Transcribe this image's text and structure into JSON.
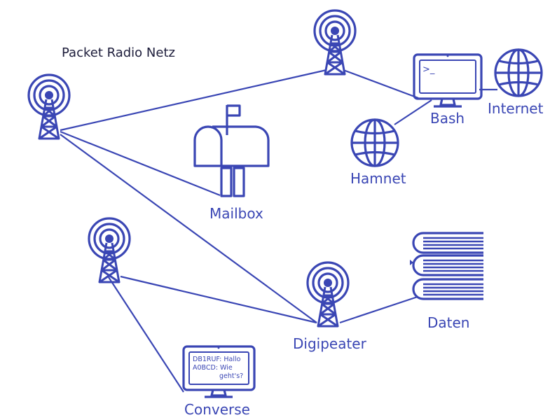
{
  "diagram": {
    "title": "Packet Radio Netz",
    "colors": {
      "stroke": "#3a46b4",
      "title": "#1c1c3a",
      "background": "#ffffff"
    },
    "nodes": [
      {
        "id": "tower-left",
        "icon": "radio-tower-icon",
        "label": ""
      },
      {
        "id": "tower-top",
        "icon": "radio-tower-icon",
        "label": ""
      },
      {
        "id": "tower-mid-left",
        "icon": "radio-tower-icon",
        "label": ""
      },
      {
        "id": "digipeater",
        "icon": "radio-tower-icon",
        "label": "Digipeater"
      },
      {
        "id": "bash",
        "icon": "computer-monitor-icon",
        "label": "Bash",
        "screen": ">_"
      },
      {
        "id": "internet",
        "icon": "globe-icon",
        "label": "Internet"
      },
      {
        "id": "hamnet",
        "icon": "globe-icon",
        "label": "Hamnet"
      },
      {
        "id": "mailbox",
        "icon": "mailbox-icon",
        "label": "Mailbox"
      },
      {
        "id": "daten",
        "icon": "books-icon",
        "label": "Daten"
      },
      {
        "id": "converse",
        "icon": "computer-monitor-icon",
        "label": "Converse",
        "screen_lines": [
          "DB1RUF: Hallo",
          "A0BCD: Wie",
          "geht's?"
        ]
      }
    ],
    "edges": [
      [
        "tower-left",
        "tower-top"
      ],
      [
        "tower-top",
        "bash"
      ],
      [
        "bash",
        "internet"
      ],
      [
        "bash",
        "hamnet"
      ],
      [
        "tower-left",
        "mailbox"
      ],
      [
        "tower-left",
        "digipeater"
      ],
      [
        "tower-mid-left",
        "digipeater"
      ],
      [
        "tower-mid-left",
        "converse"
      ],
      [
        "digipeater",
        "daten"
      ]
    ]
  }
}
